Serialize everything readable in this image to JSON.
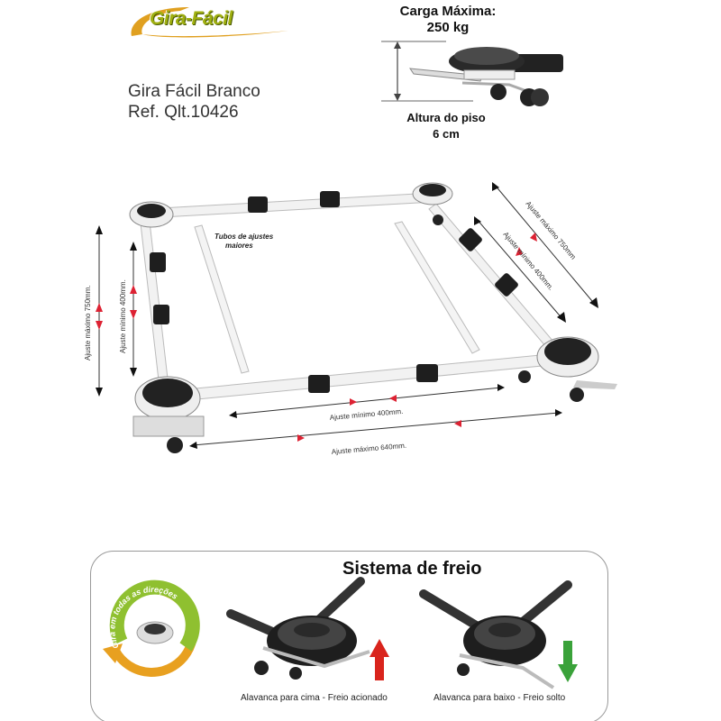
{
  "brand": {
    "logo_text": "Gira-Fácil",
    "accent_color": "#a7b814"
  },
  "product": {
    "name": "Gira Fácil Branco",
    "ref": "Ref. Qlt.10426"
  },
  "load": {
    "title": "Carga Máxima:",
    "value": "250 kg"
  },
  "floor": {
    "title": "Altura do piso",
    "value": "6 cm"
  },
  "diagram": {
    "tubes_label_1": "Tubos de ajustes",
    "tubes_label_2": "maiores",
    "left_max": "Ajuste máximo 750mm.",
    "left_min": "Ajuste mínimo 400mm.",
    "right_max": "Ajuste máximo 750mm",
    "right_min": "Ajuste mínimo 400mm.",
    "bottom_min": "Ajuste mínimo 400mm.",
    "bottom_max": "Ajuste máximo 640mm."
  },
  "brake": {
    "title": "Sistema de freio",
    "badge_text": "Gira em todas as direções",
    "caption_up": "Alavanca para cima - Freio acionado",
    "caption_down": "Alavanca para baixo - Freio solto",
    "arrow_up_color": "#d9241c",
    "arrow_down_color": "#3aa23a"
  }
}
